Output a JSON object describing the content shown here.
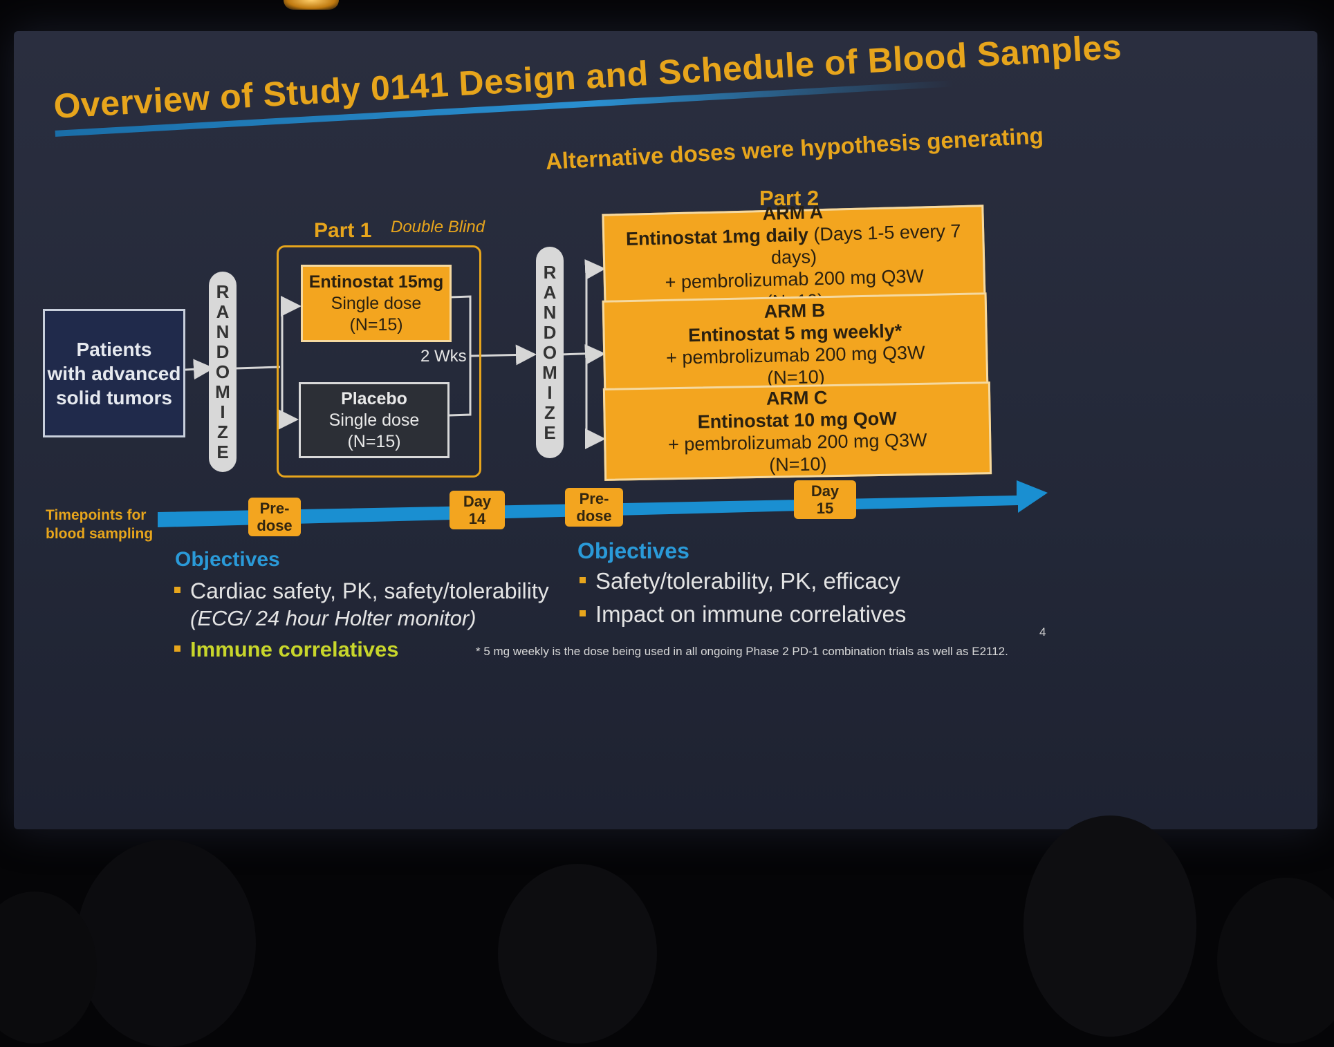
{
  "slide": {
    "title": "Overview of Study 0141 Design and Schedule of Blood Samples",
    "subtitle": "Alternative doses were hypothesis generating",
    "page_number": "4"
  },
  "patients": {
    "lines": [
      "Patients",
      "with advanced",
      "solid tumors"
    ]
  },
  "randomize_1": {
    "letters": [
      "R",
      "A",
      "N",
      "D",
      "O",
      "M",
      "I",
      "Z",
      "E"
    ]
  },
  "randomize_2": {
    "letters": [
      "R",
      "A",
      "N",
      "D",
      "O",
      "M",
      "I",
      "Z",
      "E"
    ]
  },
  "part1": {
    "label": "Part 1",
    "blinding": "Double Blind",
    "arm_drug": {
      "name": "Entinostat 15mg",
      "dose": "Single dose",
      "n": "(N=15)"
    },
    "arm_placebo": {
      "name": "Placebo",
      "dose": "Single dose",
      "n": "(N=15)"
    },
    "interval": "2 Wks"
  },
  "part2": {
    "label": "Part 2",
    "arms": [
      {
        "name": "ARM A",
        "drug": "Entinostat 1mg daily",
        "schedule": " (Days 1-5 every 7 days)",
        "combo": "+ pembrolizumab 200 mg Q3W",
        "n": "(N=10)"
      },
      {
        "name": "ARM B",
        "drug": "Entinostat 5 mg weekly*",
        "schedule": "",
        "combo": "+ pembrolizumab 200 mg Q3W",
        "n": "(N=10)"
      },
      {
        "name": "ARM C",
        "drug": "Entinostat 10 mg QoW",
        "schedule": "",
        "combo": "+ pembrolizumab 200 mg Q3W",
        "n": "(N=10)"
      }
    ]
  },
  "timeline": {
    "label": [
      "Timepoints for",
      "blood sampling"
    ],
    "markers": [
      {
        "line1": "Pre-",
        "line2": "dose"
      },
      {
        "line1": "Day",
        "line2": "14"
      },
      {
        "line1": "Pre-",
        "line2": "dose"
      },
      {
        "line1": "Day",
        "line2": "15"
      }
    ]
  },
  "objectives_part1": {
    "heading": "Objectives",
    "items": [
      {
        "text": "Cardiac safety, PK, safety/tolerability",
        "sub": "(ECG/ 24 hour Holter monitor)"
      },
      {
        "text": "Immune correlatives",
        "sub": ""
      }
    ]
  },
  "objectives_part2": {
    "heading": "Objectives",
    "items": [
      {
        "text": "Safety/tolerability, PK, efficacy"
      },
      {
        "text": "Impact on immune correlatives"
      }
    ]
  },
  "footnote": "* 5 mg weekly is the dose being used in all ongoing Phase 2 PD-1 combination trials as well as E2112.",
  "colors": {
    "accent_gold": "#e7a51c",
    "box_orange": "#f3a51f",
    "timeline_blue": "#1a8fd1",
    "objectives_blue": "#2a9ad8",
    "immune_highlight": "#c8d62b",
    "slide_bg": "#262a3a"
  }
}
